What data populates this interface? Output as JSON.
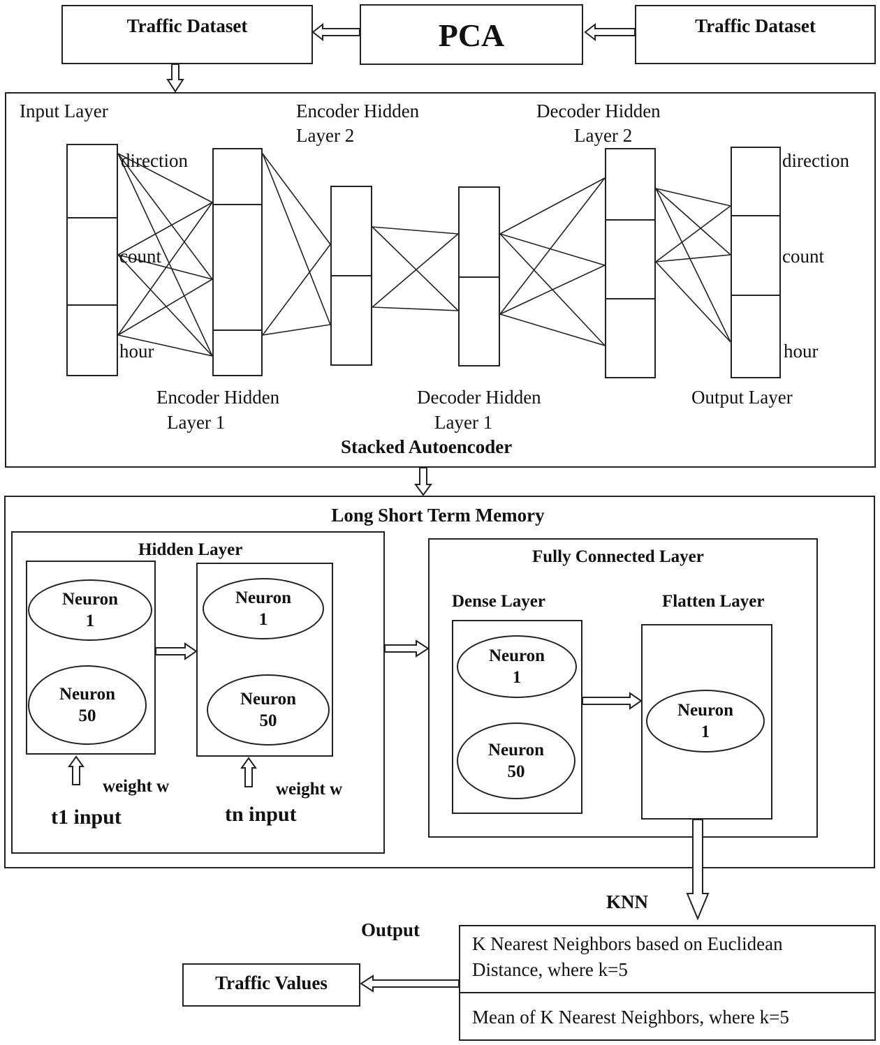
{
  "top": {
    "dataset_left": "Traffic Dataset",
    "pca": "PCA",
    "dataset_right": "Traffic Dataset"
  },
  "sae": {
    "title": "Stacked Autoencoder",
    "input_layer": "Input Layer",
    "enc2_line1": "Encoder Hidden",
    "enc2_line2": "Layer 2",
    "dec2_line1": "Decoder Hidden",
    "dec2_line2": "Layer 2",
    "enc1_line1": "Encoder Hidden",
    "enc1_line2": "Layer 1",
    "dec1_line1": "Decoder Hidden",
    "dec1_line2": "Layer 1",
    "output_layer": "Output Layer",
    "features_in": [
      "direction",
      "count",
      "hour"
    ],
    "features_out": [
      "direction",
      "count",
      "hour"
    ]
  },
  "lstm": {
    "title": "Long Short Term Memory",
    "hidden_layer": "Hidden Layer",
    "neuron_label": "Neuron",
    "neuron_1": "1",
    "neuron_50": "50",
    "weight_left": "weight w",
    "weight_right": "weight w",
    "t1_input": "t1 input",
    "tn_input": "tn input",
    "fc_title": "Fully Connected Layer",
    "dense_layer": "Dense Layer",
    "flatten_layer": "Flatten Layer"
  },
  "knn": {
    "label": "KNN",
    "output_label": "Output",
    "line1": "K Nearest Neighbors based on Euclidean",
    "line2": "Distance, where k=5",
    "mean": "Mean of K Nearest Neighbors, where k=5",
    "result": "Traffic Values"
  }
}
